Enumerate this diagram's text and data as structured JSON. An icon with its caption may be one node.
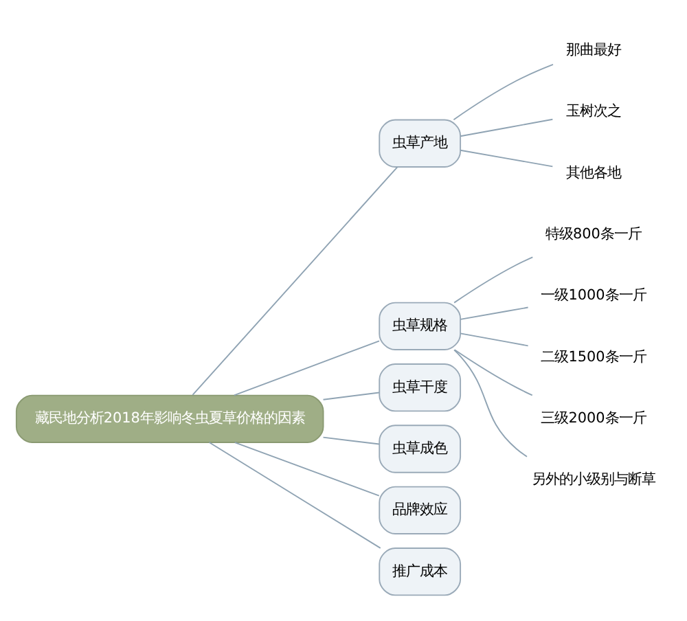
{
  "diagram": {
    "nodes": [
      {
        "text": [
          "藏民地分析2018年影响冬虫夏草价格的因素"
        ]
      },
      {
        "text": [
          "虫草产地"
        ]
      },
      {
        "text": [
          "那曲最好"
        ]
      },
      {
        "text": [
          "玉树次之"
        ]
      },
      {
        "text": [
          "其他各地"
        ]
      },
      {
        "text": [
          "虫草规格"
        ]
      },
      {
        "text": [
          "特级800条一斤"
        ]
      },
      {
        "text": [
          "一级1000条一斤"
        ]
      },
      {
        "text": [
          "二级1500条一斤"
        ]
      },
      {
        "text": [
          "三级2000条一斤"
        ]
      },
      {
        "text": [
          "另外的小级别与断草"
        ]
      },
      {
        "text": [
          "虫草干度"
        ]
      },
      {
        "text": [
          "虫草成色"
        ]
      },
      {
        "text": [
          "品牌效应"
        ]
      },
      {
        "text": [
          "推广成本"
        ]
      }
    ],
    "edges": [
      {
        "from": 0,
        "to": 1,
        "arrow": "none"
      },
      {
        "from": 1,
        "to": 2,
        "arrow": "none"
      },
      {
        "from": 1,
        "to": 3,
        "arrow": "none"
      },
      {
        "from": 1,
        "to": 4,
        "arrow": "none"
      },
      {
        "from": 0,
        "to": 5,
        "arrow": "none"
      },
      {
        "from": 5,
        "to": 6,
        "arrow": "none"
      },
      {
        "from": 5,
        "to": 7,
        "arrow": "none"
      },
      {
        "from": 5,
        "to": 8,
        "arrow": "none"
      },
      {
        "from": 5,
        "to": 9,
        "arrow": "none"
      },
      {
        "from": 5,
        "to": 10,
        "arrow": "none"
      },
      {
        "from": 0,
        "to": 11,
        "arrow": "none"
      },
      {
        "from": 0,
        "to": 12,
        "arrow": "none"
      },
      {
        "from": 0,
        "to": 13,
        "arrow": "none"
      },
      {
        "from": 0,
        "to": 14,
        "arrow": "none"
      }
    ]
  }
}
